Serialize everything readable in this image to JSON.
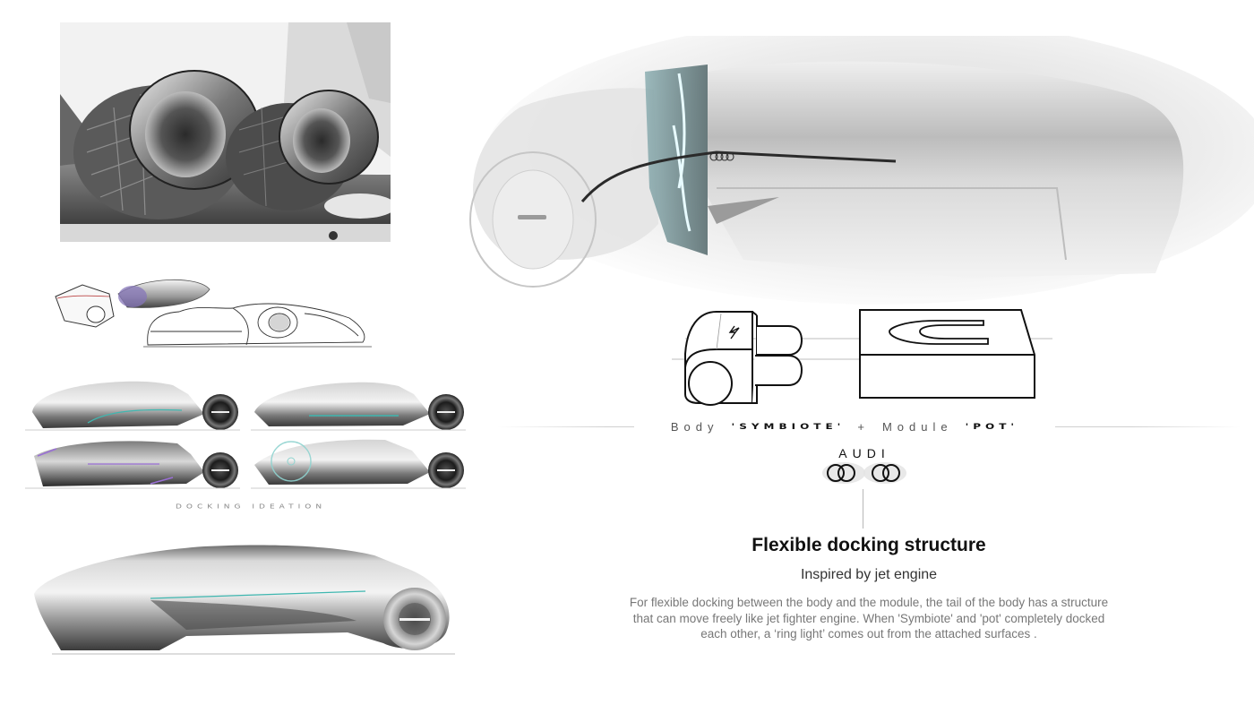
{
  "board": {
    "theme": "Audi concept vehicle design presentation board",
    "colors": {
      "background": "#ffffff",
      "title_text": "#111111",
      "subtitle_text": "#333333",
      "body_text": "#777777",
      "caption_text": "#8a8a8a",
      "accent_teal": "#3fb7b0",
      "accent_violet": "#9a6fd6",
      "ring_light": "#e8fbff"
    }
  },
  "reference_photo": {
    "subject": "jet fighter twin engine exhaust nozzles",
    "style": "black-and-white photograph"
  },
  "ideation": {
    "caption": "DOCKING IDEATION",
    "sketches": [
      {
        "view": "module-and-body-separated-perspective"
      },
      {
        "view": "line-sketch-side-view"
      },
      {
        "view": "side-view-variant-1",
        "accent": "teal"
      },
      {
        "view": "side-view-variant-2",
        "accent": "teal"
      },
      {
        "view": "side-view-variant-3",
        "accent": "violet"
      },
      {
        "view": "side-view-variant-4",
        "accent": "ring-light-circle"
      }
    ]
  },
  "final_render": {
    "view": "side-view-final-render"
  },
  "hero_render": {
    "view": "rear-three-quarter-close-up",
    "badge": "four-rings"
  },
  "diagram": {
    "left_part": "Body 'Symbiote' with lightning icon and twin connectors",
    "right_part": "Module 'Pot' box with U-shaped socket",
    "icon": "lightning-icon"
  },
  "combo_line": {
    "body_label": "Body",
    "body_name": "'SYMBIOTE'",
    "plus": "+",
    "module_label": "Module",
    "module_name": "'POT'"
  },
  "brand": {
    "wordmark": "AUDI",
    "logo": "four-rings"
  },
  "feature": {
    "title": "Flexible docking structure",
    "subtitle": "Inspired by jet engine",
    "description_lines": [
      "For flexible docking between the body and the module, the tail of the body has a structure",
      "that can move freely like jet fighter engine. When 'Symbiote' and 'pot' completely docked",
      "each other, a ‘ring light’ comes out from the attached surfaces ."
    ]
  }
}
